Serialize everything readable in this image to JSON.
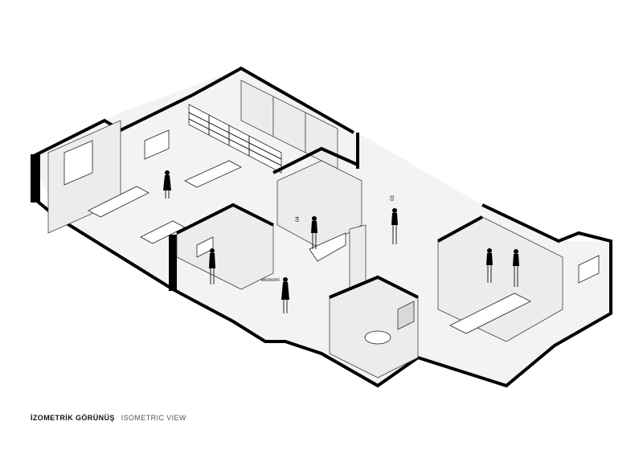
{
  "caption": {
    "turkish": "İZOMETRİK GÖRÜNÜŞ",
    "english": "ISOMETRIC VIEW"
  },
  "room_labels": [
    "04",
    "03"
  ],
  "sign_text": "ekonomi"
}
